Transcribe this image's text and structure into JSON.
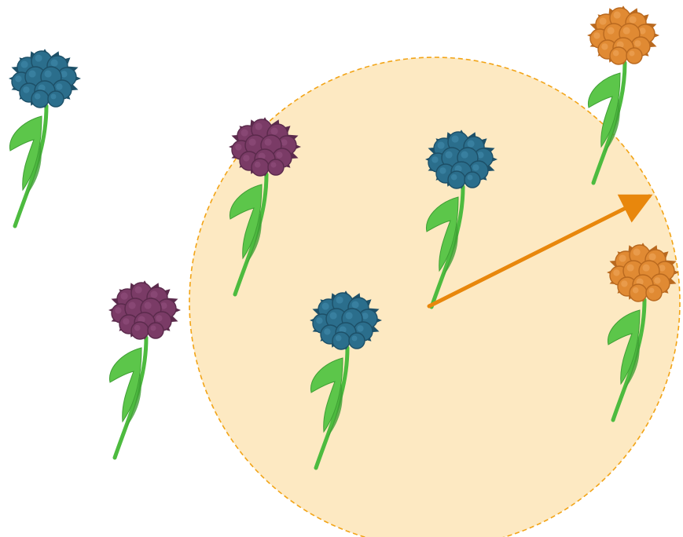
{
  "colors": {
    "background": "#ffffff",
    "neighborhood_fill": "#fde9c2",
    "neighborhood_border": "#f2a417",
    "radius_arrow": "#e8870c",
    "stem": "#4dbb3f",
    "leaf": "#5cc64a",
    "leaf_dark": "#3f9f34"
  },
  "flower_colors": {
    "blue": {
      "fill": "#2b6e8c",
      "dark": "#1d5068",
      "light": "#3f86a6"
    },
    "purple": {
      "fill": "#7a3b66",
      "dark": "#5b2a4c",
      "light": "#8f4d7b"
    },
    "orange": {
      "fill": "#e08a33",
      "dark": "#b9691f",
      "light": "#eda255"
    }
  },
  "flowers": [
    {
      "id": "flower-1",
      "color": "blue",
      "inside_radius": false
    },
    {
      "id": "flower-2",
      "color": "purple",
      "inside_radius": true
    },
    {
      "id": "flower-3",
      "color": "blue",
      "inside_radius": true,
      "is_center": true
    },
    {
      "id": "flower-4",
      "color": "orange",
      "inside_radius": false
    },
    {
      "id": "flower-5",
      "color": "purple",
      "inside_radius": false
    },
    {
      "id": "flower-6",
      "color": "blue",
      "inside_radius": true
    },
    {
      "id": "flower-7",
      "color": "orange",
      "inside_radius": true
    }
  ],
  "icons": {
    "flower": "flower-icon",
    "radius_arrow": "arrow-right-icon"
  }
}
